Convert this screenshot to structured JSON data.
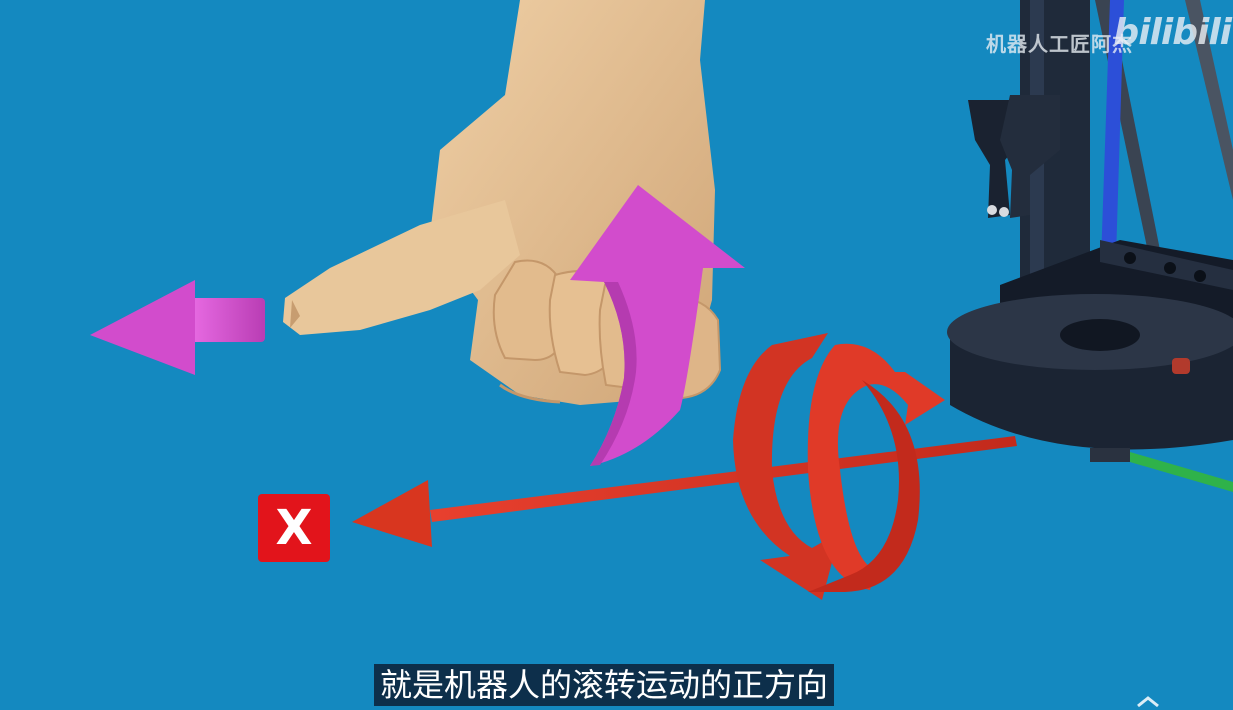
{
  "watermark": {
    "channel": "机器人工匠阿杰",
    "platform": "bilibili"
  },
  "axis_label": "X",
  "subtitle": "就是机器人的滚转运动的正方向",
  "colors": {
    "background": "#1489c0",
    "roll_arrow": "#e03525",
    "pointer_arrow": "#d94fd3",
    "axis_label_bg": "#e2141b",
    "skin": "#e4bf92",
    "robot_base": "#1b2433"
  },
  "icons": [
    "right-hand-model",
    "magenta-direction-arrow",
    "magenta-curved-arrow",
    "red-axis-arrow",
    "red-rotation-arrows",
    "robot-arm-base"
  ]
}
